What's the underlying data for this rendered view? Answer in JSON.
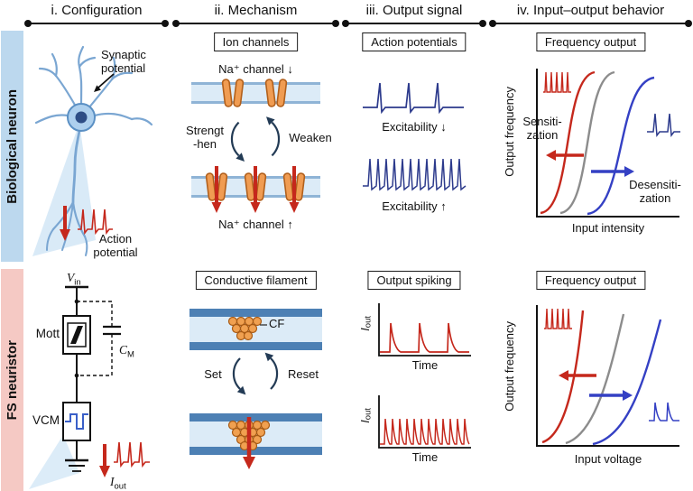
{
  "header": {
    "columns": [
      "i. Configuration",
      "ii. Mechanism",
      "iii. Output signal",
      "iv. Input–output behavior"
    ]
  },
  "bio": {
    "row_label": "Biological neuron",
    "config": {
      "synaptic_1": "Synaptic",
      "synaptic_2": "potential",
      "action_1": "Action",
      "action_2": "potential"
    },
    "mechanism": {
      "title": "Ion channels",
      "top_label": "Na⁺ channel ↓",
      "bottom_label": "Na⁺ channel ↑",
      "strengthen_1": "Strengt",
      "strengthen_2": "-hen",
      "weaken": "Weaken"
    },
    "output": {
      "title": "Action potentials",
      "top_label": "Excitability ↓",
      "bottom_label": "Excitability ↑"
    },
    "behavior": {
      "title": "Frequency output",
      "ylabel": "Output frequency",
      "xlabel": "Input intensity",
      "sens_1": "Sensiti-",
      "sens_2": "zation",
      "desens_1": "Desensiti-",
      "desens_2": "zation"
    }
  },
  "fs": {
    "row_label": "FS neuristor",
    "config": {
      "vin_base": "V",
      "vin_sub": "in",
      "mott": "Mott",
      "cm_base": "C",
      "cm_sub": "M",
      "vcm": "VCM",
      "iout_base": "I",
      "iout_sub": "out"
    },
    "mechanism": {
      "title": "Conductive filament",
      "cf": "CF",
      "set": "Set",
      "reset": "Reset"
    },
    "output": {
      "title": "Output spiking",
      "iout_base": "I",
      "iout_sub": "out",
      "time": "Time"
    },
    "behavior": {
      "title": "Frequency output",
      "ylabel": "Output frequency",
      "xlabel": "Input voltage"
    }
  },
  "colors": {
    "bio_row_bg": "#bcd8ee",
    "fs_row_bg": "#f5c9c4",
    "spike_red": "#c5281c",
    "spike_navy": "#2c3a8c",
    "curve_blue": "#3440c4",
    "curve_gray": "#8c8c8c",
    "membrane_fill": "#dcebf7",
    "membrane_edge": "#8fb4d6",
    "electrode_blue": "#4d80b4",
    "channel_orange": "#f09c52"
  }
}
